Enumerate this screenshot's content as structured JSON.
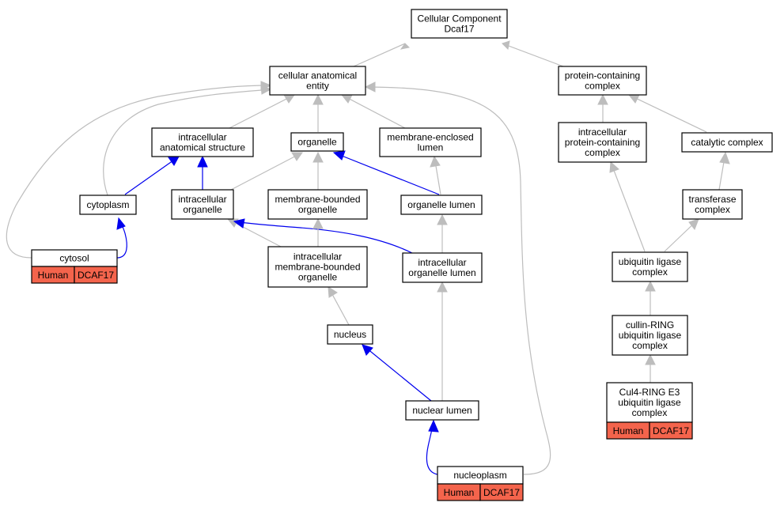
{
  "nodes": {
    "root": [
      "Cellular Component",
      "Dcaf17"
    ],
    "cae": [
      "cellular anatomical",
      "entity"
    ],
    "pcc": [
      "protein-containing",
      "complex"
    ],
    "ias": [
      "intracellular",
      "anatomical structure"
    ],
    "organelle": [
      "organelle"
    ],
    "mel": [
      "membrane-enclosed",
      "lumen"
    ],
    "ipcc": [
      "intracellular",
      "protein-containing",
      "complex"
    ],
    "catalytic": [
      "catalytic complex"
    ],
    "cytoplasm": [
      "cytoplasm"
    ],
    "io": [
      "intracellular",
      "organelle"
    ],
    "mbo": [
      "membrane-bounded",
      "organelle"
    ],
    "ol": [
      "organelle lumen"
    ],
    "transferase": [
      "transferase",
      "complex"
    ],
    "cytosol": [
      "cytosol"
    ],
    "imbo": [
      "intracellular",
      "membrane-bounded",
      "organelle"
    ],
    "iol": [
      "intracellular",
      "organelle lumen"
    ],
    "ulc": [
      "ubiquitin ligase",
      "complex"
    ],
    "nucleus": [
      "nucleus"
    ],
    "crulc": [
      "cullin-RING",
      "ubiquitin ligase",
      "complex"
    ],
    "nl": [
      "nuclear lumen"
    ],
    "cul4": [
      "Cul4-RING E3",
      "ubiquitin ligase",
      "complex"
    ],
    "nucleoplasm": [
      "nucleoplasm"
    ]
  },
  "annotations": {
    "cytosol": [
      "Human",
      "DCAF17"
    ],
    "cul4": [
      "Human",
      "DCAF17"
    ],
    "nucleoplasm": [
      "Human",
      "DCAF17"
    ]
  },
  "edges": [
    {
      "from": "cae",
      "to": "root",
      "type": "is_a"
    },
    {
      "from": "pcc",
      "to": "root",
      "type": "is_a"
    },
    {
      "from": "ias",
      "to": "cae",
      "type": "is_a"
    },
    {
      "from": "organelle",
      "to": "cae",
      "type": "is_a"
    },
    {
      "from": "mel",
      "to": "cae",
      "type": "is_a"
    },
    {
      "from": "cytoplasm",
      "to": "cae",
      "type": "is_a"
    },
    {
      "from": "cytosol",
      "to": "cae",
      "type": "is_a"
    },
    {
      "from": "nucleoplasm",
      "to": "cae",
      "type": "is_a"
    },
    {
      "from": "ipcc",
      "to": "pcc",
      "type": "is_a"
    },
    {
      "from": "catalytic",
      "to": "pcc",
      "type": "is_a"
    },
    {
      "from": "cytoplasm",
      "to": "ias",
      "type": "part_of"
    },
    {
      "from": "io",
      "to": "ias",
      "type": "part_of"
    },
    {
      "from": "io",
      "to": "organelle",
      "type": "is_a"
    },
    {
      "from": "mbo",
      "to": "organelle",
      "type": "is_a"
    },
    {
      "from": "ol",
      "to": "organelle",
      "type": "part_of"
    },
    {
      "from": "ol",
      "to": "mel",
      "type": "is_a"
    },
    {
      "from": "imbo",
      "to": "io",
      "type": "is_a"
    },
    {
      "from": "iol",
      "to": "io",
      "type": "part_of"
    },
    {
      "from": "imbo",
      "to": "mbo",
      "type": "is_a"
    },
    {
      "from": "iol",
      "to": "ol",
      "type": "is_a"
    },
    {
      "from": "cytosol",
      "to": "cytoplasm",
      "type": "part_of"
    },
    {
      "from": "nucleus",
      "to": "imbo",
      "type": "is_a"
    },
    {
      "from": "nl",
      "to": "nucleus",
      "type": "part_of"
    },
    {
      "from": "nl",
      "to": "iol",
      "type": "is_a"
    },
    {
      "from": "nucleoplasm",
      "to": "nl",
      "type": "part_of"
    },
    {
      "from": "transferase",
      "to": "catalytic",
      "type": "is_a"
    },
    {
      "from": "ulc",
      "to": "transferase",
      "type": "is_a"
    },
    {
      "from": "ulc",
      "to": "ipcc",
      "type": "is_a"
    },
    {
      "from": "crulc",
      "to": "ulc",
      "type": "is_a"
    },
    {
      "from": "cul4",
      "to": "crulc",
      "type": "is_a"
    }
  ],
  "colors": {
    "is_a": "#bdbdbd",
    "part_of": "#0000ee",
    "annotation_fill": "#f4644c",
    "node_fill": "#ffffff",
    "node_stroke": "#000000"
  }
}
